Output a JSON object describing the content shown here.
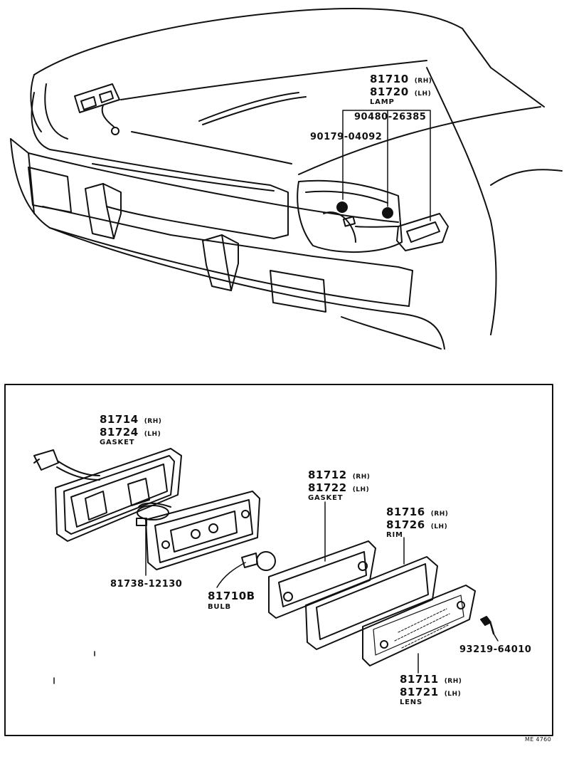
{
  "callouts": {
    "lamp": {
      "rh": "81710",
      "rh_sfx": "(RH)",
      "lh": "81720",
      "lh_sfx": "(LH)",
      "name": "LAMP"
    },
    "nut": "90480-26385",
    "screw": "90179-04092",
    "gasket_rear": {
      "rh": "81714",
      "rh_sfx": "(RH)",
      "lh": "81724",
      "lh_sfx": "(LH)",
      "name": "GASKET"
    },
    "socket": "81738-12130",
    "bulb": {
      "pn": "81710B",
      "name": "BULB"
    },
    "gasket_front": {
      "rh": "81712",
      "rh_sfx": "(RH)",
      "lh": "81722",
      "lh_sfx": "(LH)",
      "name": "GASKET"
    },
    "rim": {
      "rh": "81716",
      "rh_sfx": "(RH)",
      "lh": "81726",
      "lh_sfx": "(LH)",
      "name": "RIM"
    },
    "lens_screw": "93219-64010",
    "lens": {
      "rh": "81711",
      "rh_sfx": "(RH)",
      "lh": "81721",
      "lh_sfx": "(LH)",
      "name": "LENS"
    }
  },
  "footer_code": "ME 4760"
}
